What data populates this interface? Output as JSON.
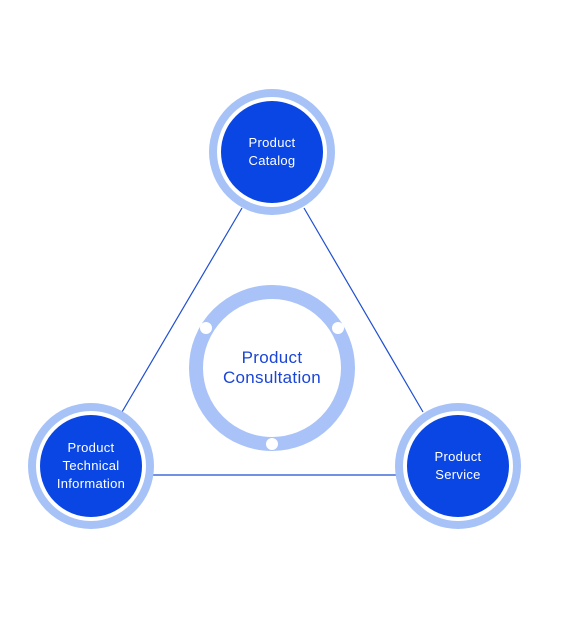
{
  "colors": {
    "node_fill": "#0a46e4",
    "outer_ring": "#a7c2f7",
    "line": "#1f4fd1",
    "center_ring": "#a9c3f8",
    "center_text": "#1a45d8"
  },
  "diagram": {
    "center": {
      "lines": [
        "Product",
        "Consultation"
      ]
    },
    "nodes": [
      {
        "id": "catalog",
        "lines": [
          "Product",
          "Catalog"
        ]
      },
      {
        "id": "technical",
        "lines": [
          "Product",
          "Technical",
          "Information"
        ]
      },
      {
        "id": "service",
        "lines": [
          "Product",
          "Service"
        ]
      }
    ]
  }
}
